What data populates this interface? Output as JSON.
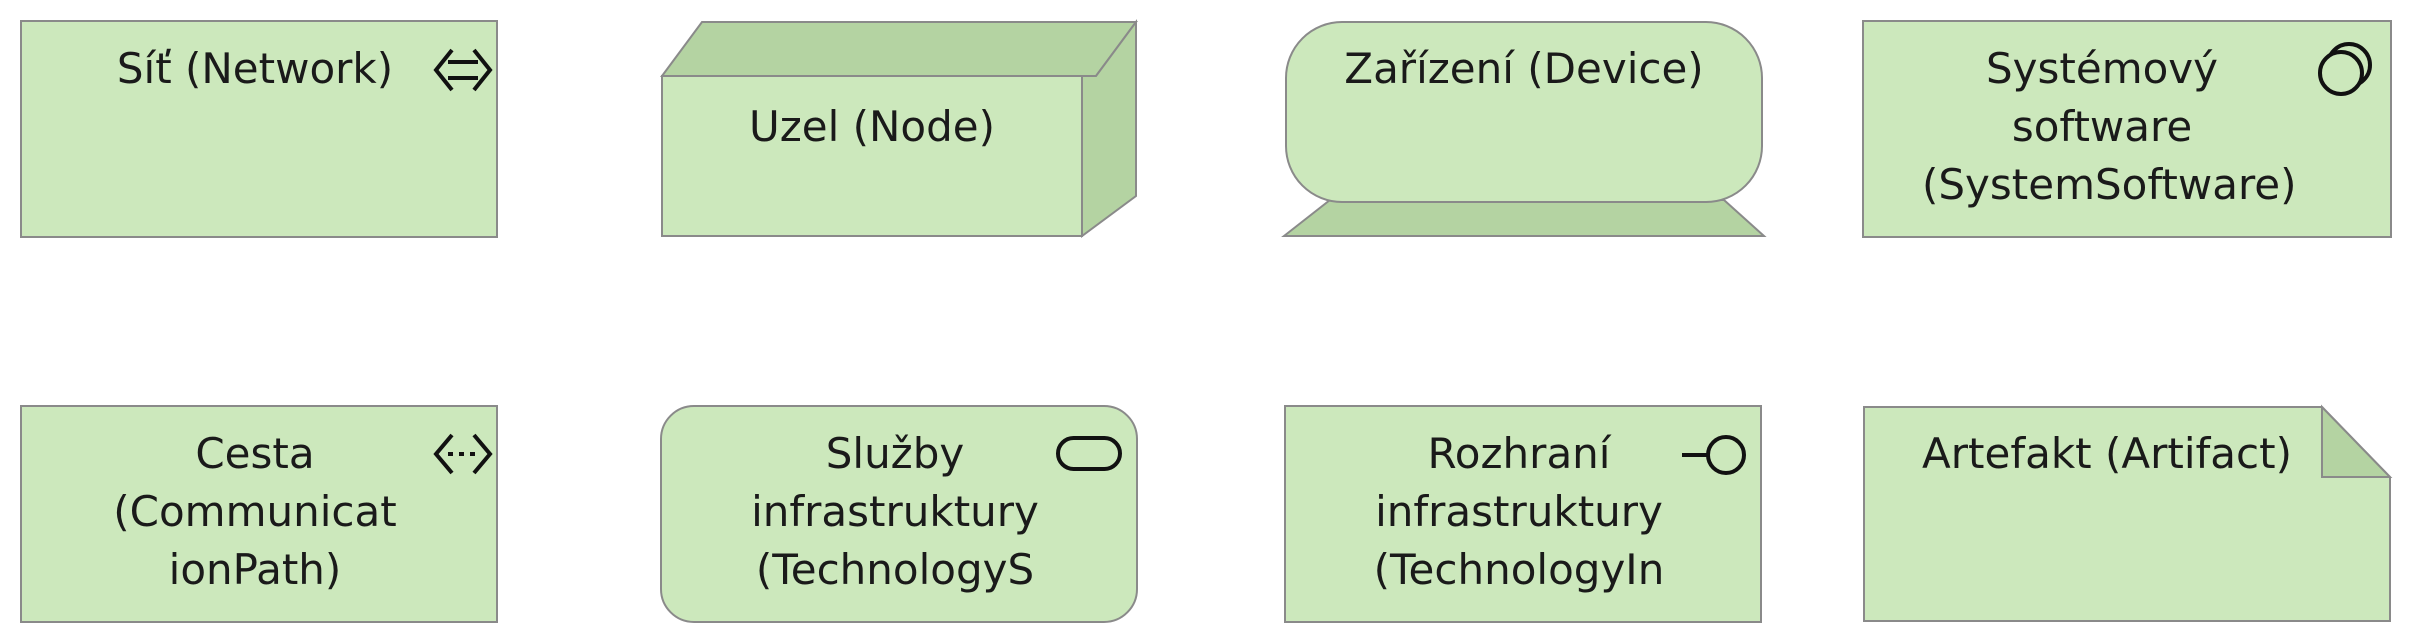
{
  "colors": {
    "fill": "#cce8bc",
    "fill_dark": "#b4d3a2",
    "stroke": "#8a8a8a",
    "icon": "#111111"
  },
  "elements": [
    {
      "id": "network",
      "icon": "double-arrow-icon",
      "lines": [
        "Síť (Network)"
      ]
    },
    {
      "id": "node",
      "icon": "",
      "lines": [
        "Uzel (Node)"
      ]
    },
    {
      "id": "device",
      "icon": "",
      "lines": [
        "Zařízení (Device)"
      ]
    },
    {
      "id": "system-software",
      "icon": "system-software-icon",
      "lines": [
        "Systémový",
        "software",
        "(SystemSoftware)"
      ]
    },
    {
      "id": "communication-path",
      "icon": "dotted-double-arrow-icon",
      "lines": [
        "Cesta",
        "(Communicat",
        "ionPath)"
      ]
    },
    {
      "id": "technology-service",
      "icon": "service-icon",
      "lines": [
        "Služby",
        "infrastruktury",
        "(TechnologyS"
      ]
    },
    {
      "id": "technology-interface",
      "icon": "interface-lollipop-icon",
      "lines": [
        "Rozhraní",
        "infrastruktury",
        "(TechnologyIn"
      ]
    },
    {
      "id": "artifact",
      "icon": "",
      "lines": [
        "Artefakt (Artifact)"
      ]
    }
  ]
}
